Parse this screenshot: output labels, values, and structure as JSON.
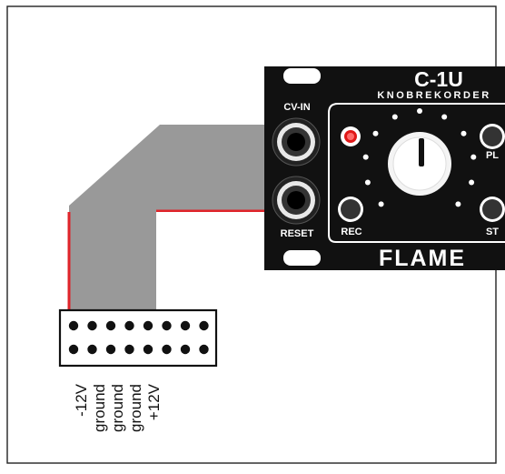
{
  "module": {
    "title": "C-1U",
    "subtitle": "KNOBREKORDER",
    "brand": "FLAME",
    "jacks": [
      {
        "label": "CV-IN"
      },
      {
        "label": "RESET"
      }
    ],
    "buttons": [
      {
        "label": "REC"
      },
      {
        "label": "PL"
      },
      {
        "label": "ST"
      }
    ]
  },
  "header": {
    "pin_labels": [
      "-12V",
      "ground",
      "ground",
      "ground",
      "+12V"
    ]
  },
  "colors": {
    "ribbon": "#999999",
    "stripe": "#e0242a",
    "panel": "#111111",
    "led": "#e01818"
  }
}
